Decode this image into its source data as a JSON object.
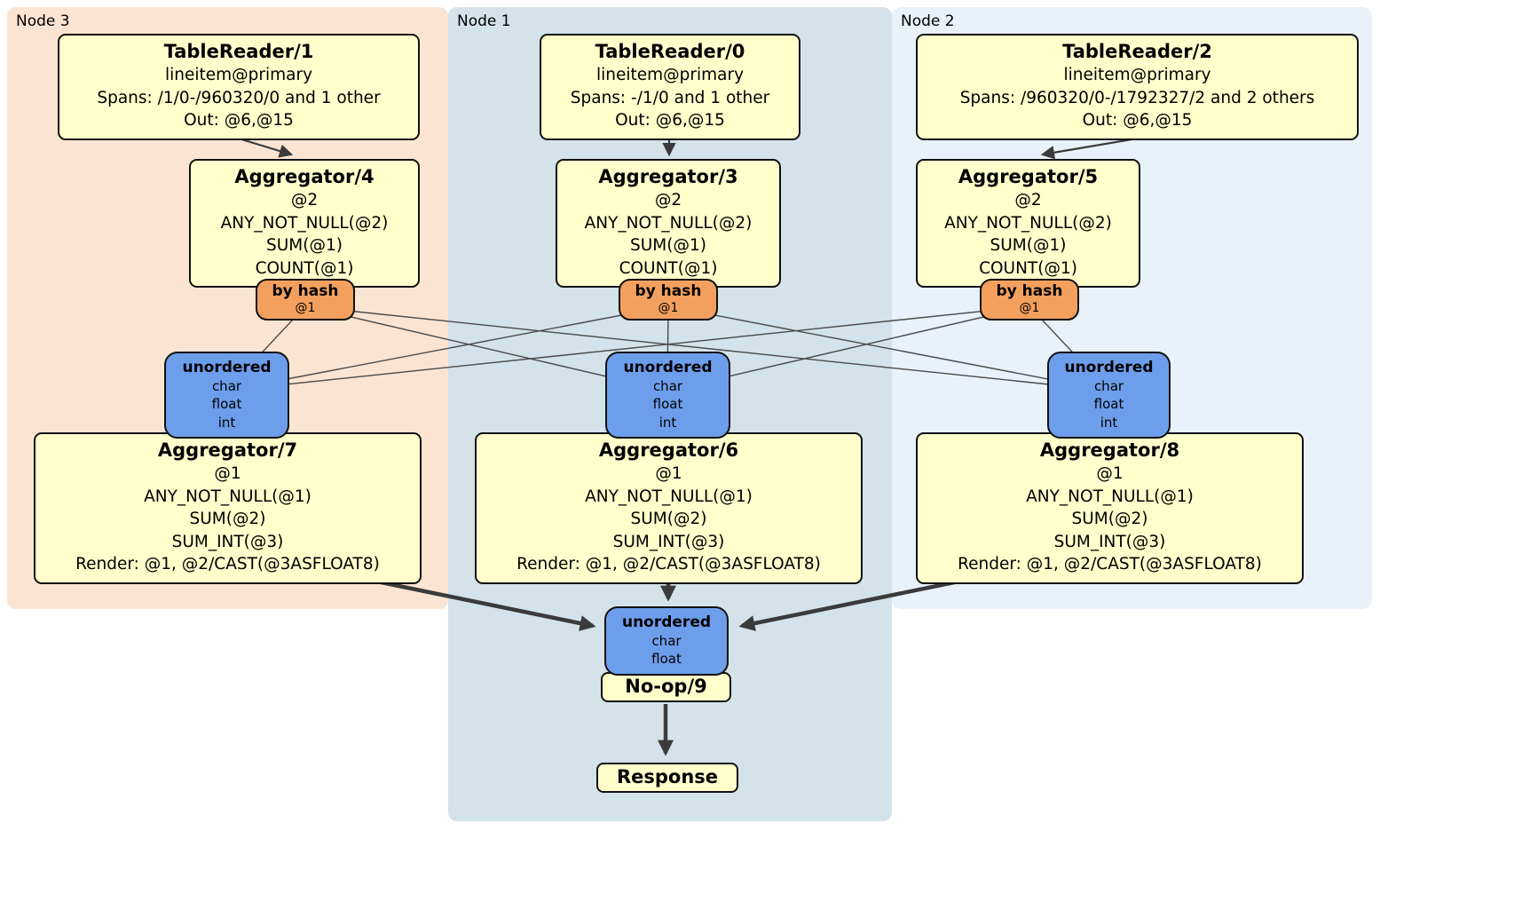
{
  "diagram": {
    "node3": {
      "label": "Node 3",
      "table_reader": {
        "title": "TableReader/1",
        "lines": [
          "lineitem@primary",
          "Spans: /1/0-/960320/0 and 1 other",
          "Out: @6,@15"
        ]
      },
      "aggregator_top": {
        "title": "Aggregator/4",
        "lines": [
          "@2",
          "ANY_NOT_NULL(@2)",
          "SUM(@1)",
          "COUNT(@1)"
        ]
      },
      "router": {
        "title": "by hash",
        "detail": "@1"
      },
      "sync": {
        "title": "unordered",
        "lines": [
          "char",
          "float",
          "int"
        ]
      },
      "aggregator_bottom": {
        "title": "Aggregator/7",
        "lines": [
          "@1",
          "ANY_NOT_NULL(@1)",
          "SUM(@2)",
          "SUM_INT(@3)",
          "Render: @1, @2/CAST(@3ASFLOAT8)"
        ]
      }
    },
    "node1": {
      "label": "Node 1",
      "table_reader": {
        "title": "TableReader/0",
        "lines": [
          "lineitem@primary",
          "Spans: -/1/0 and 1 other",
          "Out: @6,@15"
        ]
      },
      "aggregator_top": {
        "title": "Aggregator/3",
        "lines": [
          "@2",
          "ANY_NOT_NULL(@2)",
          "SUM(@1)",
          "COUNT(@1)"
        ]
      },
      "router": {
        "title": "by hash",
        "detail": "@1"
      },
      "sync": {
        "title": "unordered",
        "lines": [
          "char",
          "float",
          "int"
        ]
      },
      "aggregator_bottom": {
        "title": "Aggregator/6",
        "lines": [
          "@1",
          "ANY_NOT_NULL(@1)",
          "SUM(@2)",
          "SUM_INT(@3)",
          "Render: @1, @2/CAST(@3ASFLOAT8)"
        ]
      }
    },
    "node2": {
      "label": "Node 2",
      "table_reader": {
        "title": "TableReader/2",
        "lines": [
          "lineitem@primary",
          "Spans: /960320/0-/1792327/2 and 2 others",
          "Out: @6,@15"
        ]
      },
      "aggregator_top": {
        "title": "Aggregator/5",
        "lines": [
          "@2",
          "ANY_NOT_NULL(@2)",
          "SUM(@1)",
          "COUNT(@1)"
        ]
      },
      "router": {
        "title": "by hash",
        "detail": "@1"
      },
      "sync": {
        "title": "unordered",
        "lines": [
          "char",
          "float",
          "int"
        ]
      },
      "aggregator_bottom": {
        "title": "Aggregator/8",
        "lines": [
          "@1",
          "ANY_NOT_NULL(@1)",
          "SUM(@2)",
          "SUM_INT(@3)",
          "Render: @1, @2/CAST(@3ASFLOAT8)"
        ]
      }
    },
    "final": {
      "sync": {
        "title": "unordered",
        "lines": [
          "char",
          "float"
        ]
      },
      "noop_label": "No-op/9",
      "response_label": "Response"
    },
    "colors": {
      "node3_bg": "#fce4d2",
      "node1_bg": "#d4e2e9",
      "node2_bg": "#e9f1fa",
      "processor_fill": "#ffffcc",
      "router_fill": "#f3a05e",
      "sync_fill": "#6d9eeb",
      "edge_color": "#3b3b3b"
    }
  }
}
